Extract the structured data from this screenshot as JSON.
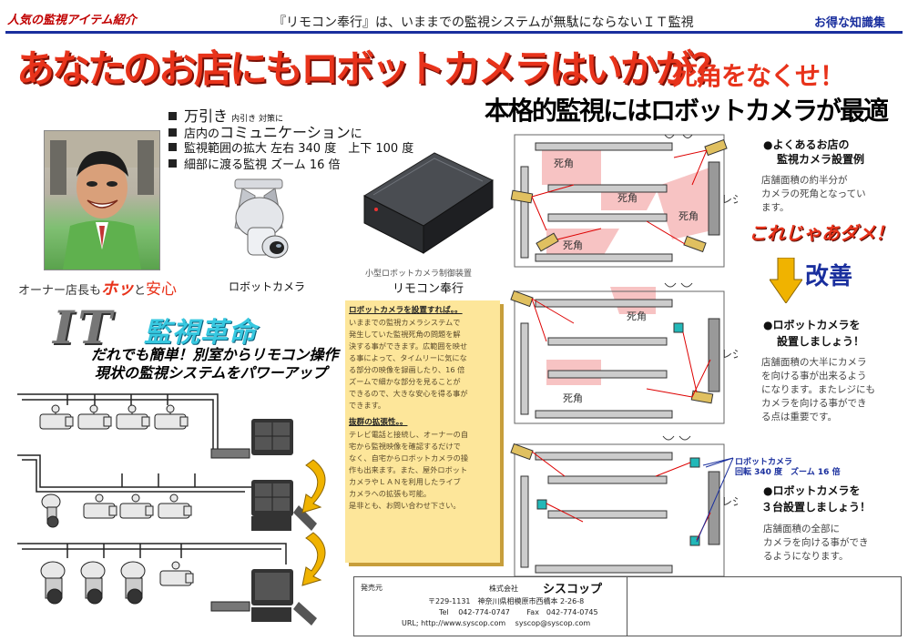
{
  "header": {
    "left": "人気の監視アイテム紹介",
    "center": "『リモコン奉行』は、いままでの監視システムが無駄にならないＩＴ監視",
    "right": "お得な知識集"
  },
  "title": {
    "main": "あなたのお店にもロボットカメラはいかが？",
    "sub": "死角をなくせ！",
    "honkaku": "本格的監視にはロボットカメラが最適"
  },
  "features": [
    {
      "big": "万引き",
      "small": "内引き 対策に",
      "pre": "",
      "post": ""
    },
    {
      "pre": "店内の",
      "big": "コミュニケーション",
      "post": "に",
      "small": ""
    },
    {
      "pre": "監視範囲の拡大 左右 340 度　上下 100 度",
      "big": "",
      "post": "",
      "small": ""
    },
    {
      "pre": "細部に渡る監視 ズーム 16 倍",
      "big": "",
      "post": "",
      "small": ""
    }
  ],
  "owner": {
    "pre": "オーナー店長も",
    "hot": "ホッ",
    "mid": "と",
    "relief": "安心"
  },
  "products": {
    "robot_camera": "ロボットカメラ",
    "box_small": "小型ロボットカメラ制御装置",
    "box": "リモコン奉行"
  },
  "it": {
    "logo": "IT",
    "kanshi": "監視革命",
    "line1": "だれでも簡単！別室からリモコン操作",
    "line2": "現状の監視システムをパワーアップ"
  },
  "yellow": {
    "h1": "ロボットカメラを設置すれば。。",
    "lines1": [
      "いままでの監視カメラシステムで",
      "発生していた監視死角の問題を解",
      "決する事ができます。広範囲を映せ",
      "る事によって、タイムリーに気にな",
      "る部分の映像を録画したり、16 倍",
      "ズームで細かな部分を見ることが",
      "できるので、大きな安心を得る事が",
      "できます。"
    ],
    "h2": "抜群の拡張性。。",
    "lines2": [
      "テレビ電話と接続し、オーナーの自",
      "宅から監視映像を確認するだけで",
      "なく、自宅からロボットカメラの操",
      "作も出来ます。また、屋外ロボット",
      "カメラやＬＡＮを利用したライブ",
      "カメラへの拡張も可能。",
      "是非とも、お問い合わせ下さい。"
    ]
  },
  "store": {
    "shikaku": "死角",
    "register": "レジ"
  },
  "right": {
    "h1a": "●よくあるお店の",
    "h1b": "監視カメラ設置例",
    "b1": [
      "店舗面積の約半分が",
      "カメラの死角となってい",
      "ます。"
    ],
    "dame": "これじゃあダメ！",
    "kaizen": "改善",
    "h2a": "●ロボットカメラを",
    "h2b": "設置しましょう！",
    "b2": [
      "店舗面積の大半にカメラ",
      "を向ける事が出来るよう",
      "になります。またレジにも",
      "カメラを向ける事ができ",
      "る点は重要です。"
    ],
    "rc1": "ロボットカメラ",
    "rc2": "回転 340 度　ズーム 16 倍",
    "h3a": "●ロボットカメラを",
    "h3b": "３台設置しましょう！",
    "b3": [
      "店舗面積の全部に",
      "カメラを向ける事ができ",
      "るようになります。"
    ]
  },
  "seller": {
    "label": "発売元",
    "kabu": "株式会社",
    "company": "シスコップ",
    "address": "〒229-1131　神奈川県相模原市西橋本 2-26-8",
    "tel": "Tel　 042-774-0747　　 Fax　042-774-0745",
    "url": "URL; http://www.syscop.com　 syscop@syscop.com"
  },
  "colors": {
    "accent_red": "#e8331b",
    "accent_blue": "#1a2f9e",
    "dead_zone_pink": "#f7c3c3",
    "memo_yellow": "#fde69a",
    "camera_cyan": "#22b8b8"
  }
}
